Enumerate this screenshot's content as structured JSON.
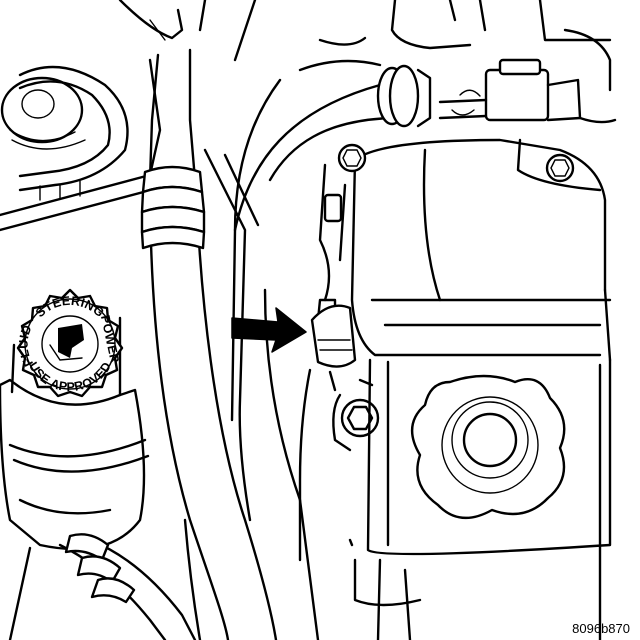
{
  "figure": {
    "id": "8096b870"
  },
  "cap": {
    "top_text": "STEERING",
    "power_text": "POWER",
    "bottom_text": "USE APPROVED",
    "left_text": "FLUID"
  },
  "colors": {
    "line": "#000000",
    "fill": "#ffffff"
  }
}
